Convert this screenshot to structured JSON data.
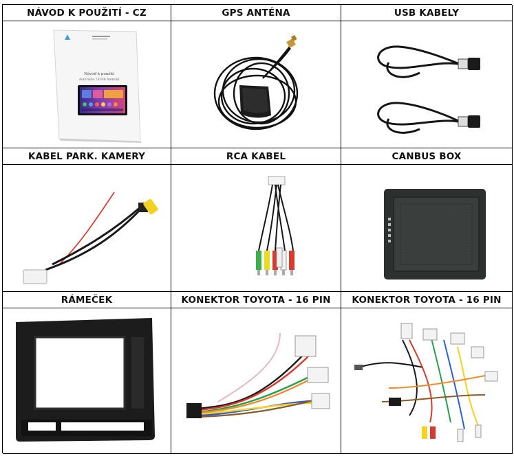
{
  "rows": [
    {
      "headers": [
        "NÁVOD K POUŽITÍ - CZ",
        "GPS ANTÉNA",
        "USB KABELY"
      ]
    },
    {
      "headers": [
        "KABEL PARK. KAMERY",
        "RCA KABEL",
        "CANBUS BOX"
      ]
    },
    {
      "headers": [
        "RÁMEČEK",
        "KONEKTOR TOYOTA - 16 PIN",
        "KONEKTOR TOYOTA - 16 PIN"
      ]
    }
  ],
  "manual": {
    "title": "Návod k použití",
    "subtitle": "Autorádio 7010B Android"
  },
  "icons": [
    "manual-image",
    "gps-antenna-image",
    "usb-cables-image",
    "parking-camera-cable-image",
    "rca-cable-image",
    "canbus-box-image",
    "frame-image",
    "toyota-connector-image",
    "toyota-connector-set-image"
  ]
}
